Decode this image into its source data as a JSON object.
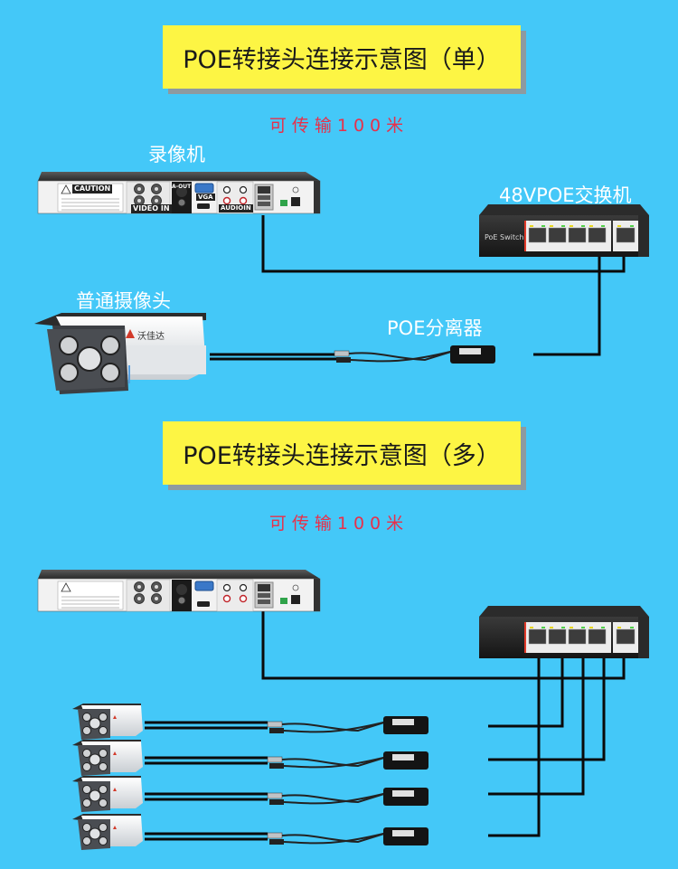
{
  "colors": {
    "background": "#44c8f8",
    "title_box": "#fdf544",
    "title_shadow": "#8e9aa0",
    "distance_text": "#e8304a",
    "label_text": "#ffffff",
    "cable": "#0a0a0a"
  },
  "single": {
    "title": "POE转接头连接示意图（单）",
    "distance": "可传输100米",
    "nvr_label": "录像机",
    "switch_label": "48VPOE交换机",
    "camera_label": "普通摄像头",
    "splitter_label": "POE分离器"
  },
  "multi": {
    "title": "POE转接头连接示意图（多）",
    "distance": "可传输100米",
    "camera_count": 4
  },
  "devices": {
    "switch_brand": "PoE Switch",
    "nvr_caution": "CAUTION",
    "nvr_video_in": "VIDEO IN",
    "nvr_audio_in": "AUDIOIN",
    "nvr_vga": "VGA",
    "nvr_aout": "A-OUT",
    "camera_brand": "沃佳达"
  }
}
